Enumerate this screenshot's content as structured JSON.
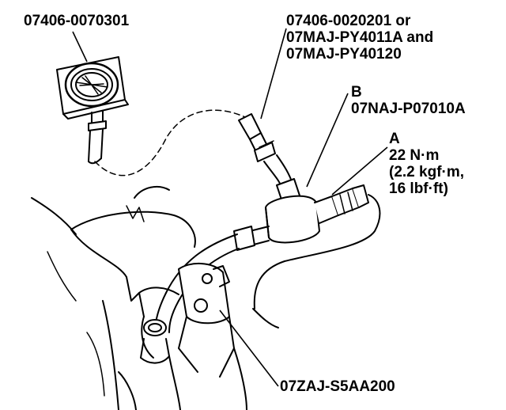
{
  "labels": {
    "gauge_part": "07406-0070301",
    "hose_line1": "07406-0020201 or",
    "hose_line2": "07MAJ-PY4011A and",
    "hose_line3": "07MAJ-PY40120",
    "b_letter": "B",
    "b_part": "07NAJ-P07010A",
    "a_letter": "A",
    "a_torque": "22 N·m",
    "a_kgf": "(2.2 kgf·m,",
    "a_lbf": "16 lbf·ft)",
    "bottom_part": "07ZAJ-S5AA200"
  },
  "colors": {
    "ink": "#000000",
    "paper": "#ffffff"
  }
}
